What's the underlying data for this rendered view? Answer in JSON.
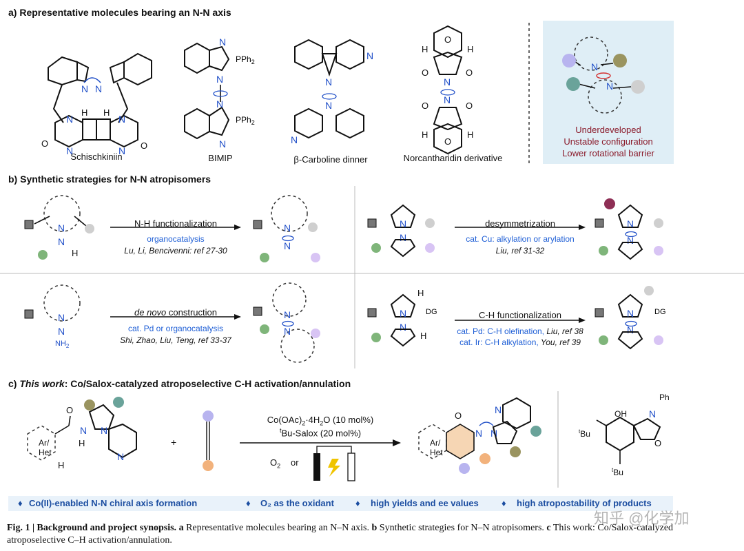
{
  "section_a": {
    "title": "a) Representative molecules bearing an N-N axis",
    "molecules": [
      "Schischkiniin",
      "BIMIP",
      "β-Carboline dinner",
      "Norcantharidin derivative"
    ],
    "atom_labels": {
      "pph2": "PPh",
      "h": "H",
      "n": "N",
      "o": "O"
    },
    "side_panel": [
      "Underdeveloped",
      "Unstable configuration",
      "Lower rotational barrier"
    ]
  },
  "section_b": {
    "title": "b) Synthetic strategies for N-N atropisomers",
    "row1_left": {
      "arrow_top": "N-H functionalization",
      "arrow_blue": "organocatalysis",
      "refs": "Lu, Li, Bencivenni: ref 27-30"
    },
    "row1_right": {
      "arrow_top": "desymmetrization",
      "arrow_blue": "cat. Cu: alkylation or arylation",
      "refs": "Liu, ref 31-32"
    },
    "row2_left": {
      "arrow_top_italic": "de novo",
      "arrow_top_rest": " construction",
      "arrow_blue": "cat. Pd or organocatalysis",
      "refs": "Shi, Zhao, Liu, Teng, ref 33-37"
    },
    "row2_right": {
      "arrow_top": "C-H functionalization",
      "line1_blue": "cat. Pd: C-H olefination,",
      "line1_ref": " Liu, ref 38",
      "line2_blue": "cat. Ir: C-H alkylation,",
      "line2_ref": " You, ref 39"
    },
    "labels": {
      "nh2": "NH",
      "dg": "DG"
    }
  },
  "section_c": {
    "title_prefix": "c) ",
    "title_italic": "This work",
    "title_rest": ": Co/Salox-catalyzed atroposelective C-H activation/annulation",
    "reagent1": "Co(OAc)",
    "reagent1_rest": "·4H",
    "reagent1_end": "O (10 mol%)",
    "reagent2_sup": "t",
    "reagent2": "Bu-Salox (20 mol%)",
    "oxidant": "O",
    "or": "or",
    "plus": "+",
    "arhet": [
      "Ar/",
      "Het"
    ],
    "ligand_labels": {
      "ph": "Ph",
      "oh": "OH",
      "tbu": "Bu"
    }
  },
  "bullets": [
    "Co(II)-enabled N-N chiral axis formation",
    "O₂ as the oxidant",
    "high yields and ee values",
    "high atropostability of products"
  ],
  "bullet_symbol": "♦",
  "caption": {
    "bold": "Fig. 1 | Background and project synopsis.",
    "a_label": " a",
    "a_text": " Representative molecules bearing an N–N axis.",
    "b_label": " b",
    "b_text": " Synthetic strategies for N–N atropisomers.",
    "c_label": " c",
    "c_text": " This work: Co/Salox-catalyzed",
    "line2": "atroposelective C–H activation/annulation."
  },
  "watermark": "知乎 @化学加",
  "colors": {
    "blue_text": "#1f5fd6",
    "panel_bg": "#dfeef6",
    "red_text": "#8a1a2a",
    "sphere_blue": "#b8b4ef",
    "sphere_olive": "#9a9460",
    "sphere_teal": "#6aa39a",
    "sphere_grey": "#cfcfcf",
    "sphere_green": "#7fb57a",
    "sphere_violet": "#d8c4f4",
    "sphere_maroon": "#8e2f55",
    "sphere_orange": "#f2b27c",
    "pyridone_fill": "#f6d6b4"
  }
}
